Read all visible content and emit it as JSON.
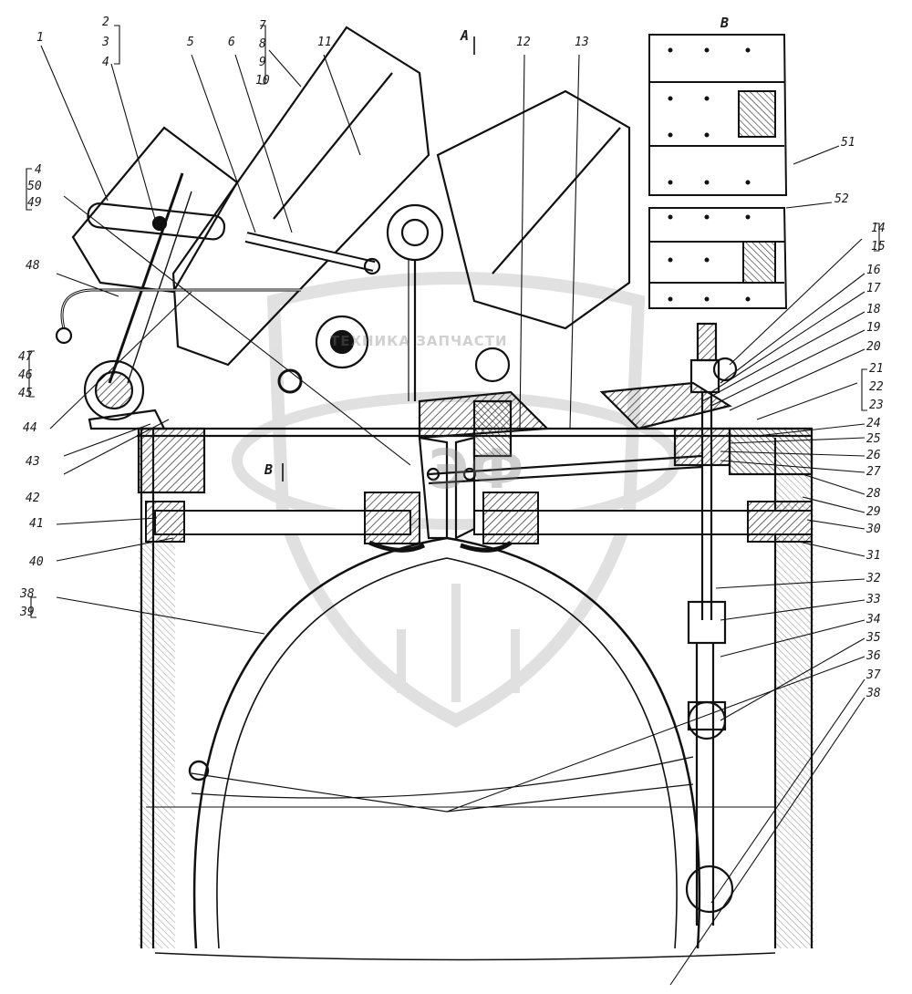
{
  "callouts": [
    {
      "id": "c1",
      "text": "1"
    },
    {
      "id": "c2",
      "text": "2"
    },
    {
      "id": "c3",
      "text": "3"
    },
    {
      "id": "c4a",
      "text": "4"
    },
    {
      "id": "c5",
      "text": "5"
    },
    {
      "id": "c6",
      "text": "6"
    },
    {
      "id": "c7",
      "text": "7"
    },
    {
      "id": "c8",
      "text": "8"
    },
    {
      "id": "c9",
      "text": "9"
    },
    {
      "id": "c10",
      "text": "10"
    },
    {
      "id": "c11",
      "text": "11"
    },
    {
      "id": "c12",
      "text": "12"
    },
    {
      "id": "c13",
      "text": "13"
    },
    {
      "id": "c4b",
      "text": "4"
    },
    {
      "id": "c50",
      "text": "50"
    },
    {
      "id": "c49",
      "text": "49"
    },
    {
      "id": "c48",
      "text": "48"
    },
    {
      "id": "c47",
      "text": "47"
    },
    {
      "id": "c46",
      "text": "46"
    },
    {
      "id": "c45",
      "text": "45"
    },
    {
      "id": "c44",
      "text": "44"
    },
    {
      "id": "c43",
      "text": "43"
    },
    {
      "id": "c42",
      "text": "42"
    },
    {
      "id": "c41",
      "text": "41"
    },
    {
      "id": "c40",
      "text": "40"
    },
    {
      "id": "c38a",
      "text": "38"
    },
    {
      "id": "c39",
      "text": "39"
    },
    {
      "id": "c51",
      "text": "51"
    },
    {
      "id": "c52",
      "text": "52"
    },
    {
      "id": "c14",
      "text": "14"
    },
    {
      "id": "c15",
      "text": "15"
    },
    {
      "id": "c16",
      "text": "16"
    },
    {
      "id": "c17",
      "text": "17"
    },
    {
      "id": "c18",
      "text": "18"
    },
    {
      "id": "c19",
      "text": "19"
    },
    {
      "id": "c20",
      "text": "20"
    },
    {
      "id": "c21",
      "text": "21"
    },
    {
      "id": "c22",
      "text": "22"
    },
    {
      "id": "c23",
      "text": "23"
    },
    {
      "id": "c24",
      "text": "24"
    },
    {
      "id": "c25",
      "text": "25"
    },
    {
      "id": "c26",
      "text": "26"
    },
    {
      "id": "c27",
      "text": "27"
    },
    {
      "id": "c28",
      "text": "28"
    },
    {
      "id": "c29",
      "text": "29"
    },
    {
      "id": "c30",
      "text": "30"
    },
    {
      "id": "c31",
      "text": "31"
    },
    {
      "id": "c32",
      "text": "32"
    },
    {
      "id": "c33",
      "text": "33"
    },
    {
      "id": "c34",
      "text": "34"
    },
    {
      "id": "c35",
      "text": "35"
    },
    {
      "id": "c36",
      "text": "36"
    },
    {
      "id": "c37",
      "text": "37"
    },
    {
      "id": "c38b",
      "text": "38"
    }
  ],
  "view_labels": {
    "view_a": "A",
    "view_b_top": "B",
    "view_b_section": "B"
  },
  "watermark": {
    "text": "ТЕХНИКА   ЗАПЧАСТИ",
    "logo": "ЭФ"
  }
}
